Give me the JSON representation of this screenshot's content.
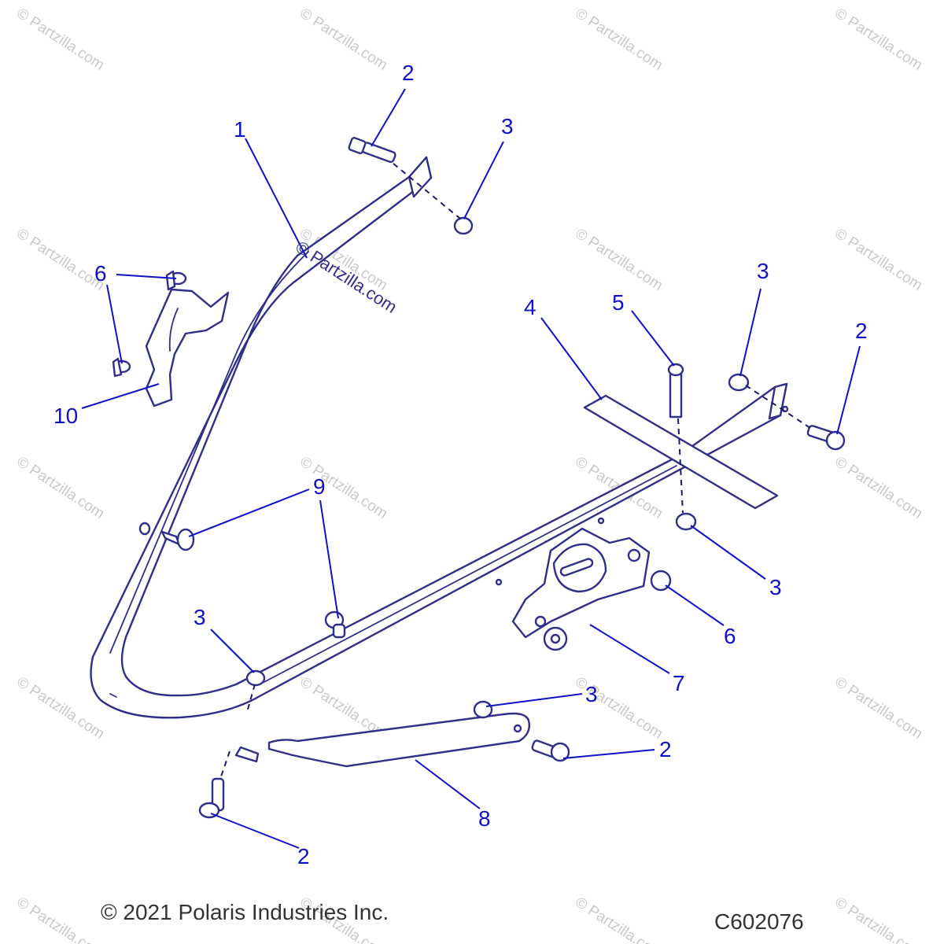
{
  "watermark": {
    "text": "© Partzilla.com"
  },
  "callouts": [
    {
      "id": "c1-top",
      "label": "1"
    },
    {
      "id": "c2-top",
      "label": "2"
    },
    {
      "id": "c3-top",
      "label": "3"
    },
    {
      "id": "c6-left",
      "label": "6"
    },
    {
      "id": "c10",
      "label": "10"
    },
    {
      "id": "c4",
      "label": "4"
    },
    {
      "id": "c5",
      "label": "5"
    },
    {
      "id": "c3-right-top",
      "label": "3"
    },
    {
      "id": "c2-right",
      "label": "2"
    },
    {
      "id": "c9",
      "label": "9"
    },
    {
      "id": "c3-right-mid",
      "label": "3"
    },
    {
      "id": "c6-right",
      "label": "6"
    },
    {
      "id": "c3-left-low",
      "label": "3"
    },
    {
      "id": "c7",
      "label": "7"
    },
    {
      "id": "c3-bottom",
      "label": "3"
    },
    {
      "id": "c2-bottom-right",
      "label": "2"
    },
    {
      "id": "c8",
      "label": "8"
    },
    {
      "id": "c2-bottom-left",
      "label": "2"
    }
  ],
  "footer": {
    "copyright": "© 2021 Polaris Industries Inc.",
    "diagram_code": "C602076"
  }
}
